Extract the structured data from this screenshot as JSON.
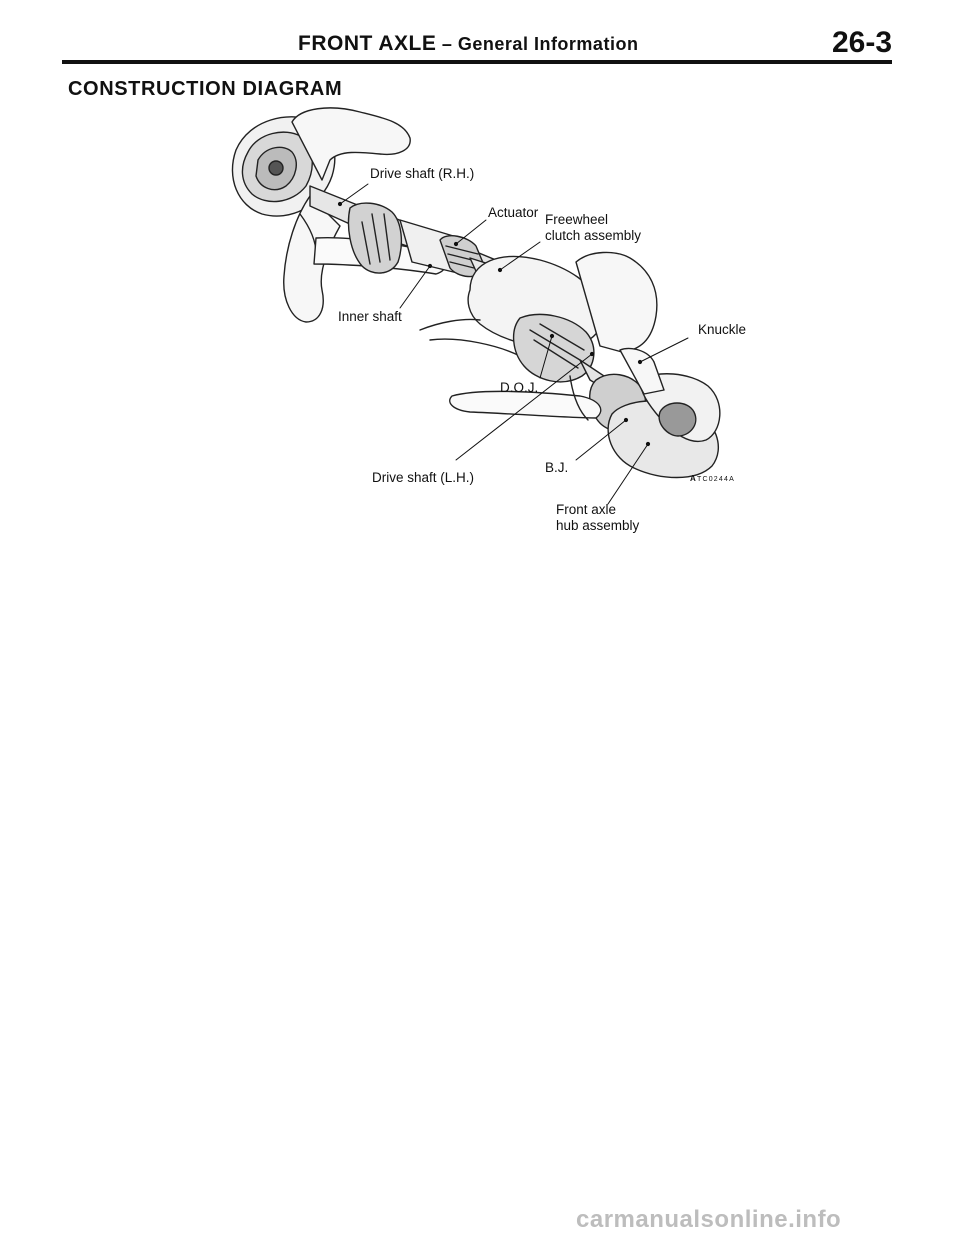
{
  "header": {
    "title": "FRONT AXLE",
    "dash": " – ",
    "subtitle": "General Information",
    "page_number": "26-3"
  },
  "section_title": "CONSTRUCTION DIAGRAM",
  "diagram": {
    "labels": {
      "drive_shaft_rh": "Drive shaft (R.H.)",
      "actuator": "Actuator",
      "freewheel_line1": "Freewheel",
      "freewheel_line2": "clutch assembly",
      "inner_shaft": "Inner shaft",
      "knuckle": "Knuckle",
      "doj": "D.O.J.",
      "drive_shaft_lh": "Drive shaft (L.H.)",
      "bj": "B.J.",
      "front_axle_line1": "Front axle",
      "front_axle_line2": "hub assembly"
    },
    "figure_code_prefix": "A",
    "figure_code": "TC0244A"
  },
  "watermark": "carmanualsonline.info"
}
